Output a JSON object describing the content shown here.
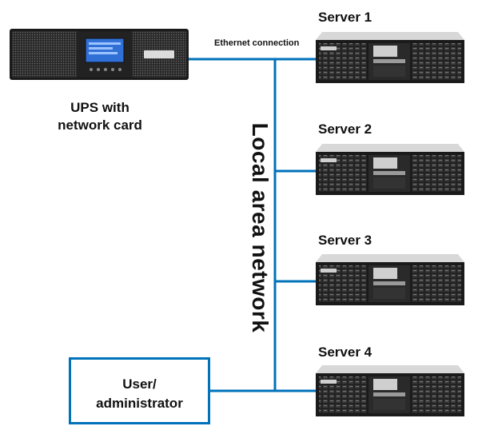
{
  "ups": {
    "label_line1": "UPS with",
    "label_line2": "network card"
  },
  "ethernet_label": "Ethernet connection",
  "lan_label": "Local area network",
  "admin": {
    "line1": "User/",
    "line2": "administrator"
  },
  "servers": [
    {
      "name": "Server 1"
    },
    {
      "name": "Server 2"
    },
    {
      "name": "Server 3"
    },
    {
      "name": "Server 4"
    }
  ],
  "colors": {
    "connection": "#0072ba",
    "device_body": "#1a1a1a",
    "screen": "#2f6fd6"
  }
}
